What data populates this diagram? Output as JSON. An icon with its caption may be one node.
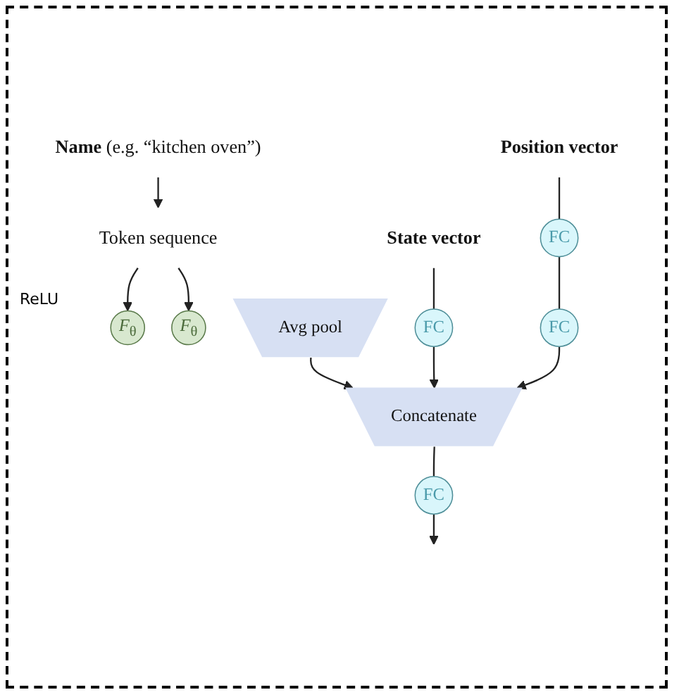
{
  "diagram": {
    "nodes": [
      {
        "text": [
          "**Name** (e.g. “kitchen oven”)"
        ]
      },
      {
        "text": [
          "State vector"
        ]
      },
      {
        "text": [
          "Position vector"
        ]
      },
      {
        "text": [
          "Token sequence"
        ]
      },
      {
        "text": [
          "*F*$_{θ}$"
        ]
      },
      {
        "text": [
          "*F*$_{θ}$"
        ]
      },
      {
        "text": [
          "Avg pool"
        ]
      },
      {
        "text": [
          "FC"
        ]
      },
      {
        "text": [
          "FC"
        ]
      },
      {
        "text": [
          "FC"
        ]
      },
      {
        "text": [
          "Concatenate"
        ]
      },
      {
        "text": [
          "FC"
        ]
      }
    ],
    "edges": [
      {
        "from": 0,
        "to": 3,
        "arrow": "to"
      },
      {
        "from": 3,
        "to": 4,
        "arrow": "to"
      },
      {
        "from": 3,
        "to": 5,
        "arrow": "to"
      },
      {
        "from": 6,
        "to": 10,
        "arrow": "to"
      },
      {
        "from": 1,
        "to": 7,
        "arrow": "none"
      },
      {
        "from": 7,
        "to": 10,
        "arrow": "to"
      },
      {
        "from": 2,
        "to": 8,
        "arrow": "none"
      },
      {
        "from": 8,
        "to": 9,
        "arrow": "none"
      },
      {
        "from": 9,
        "to": 10,
        "arrow": "to"
      },
      {
        "from": 10,
        "to": 11,
        "arrow": "none"
      },
      {
        "from": 11,
        "to": null,
        "arrow": "to"
      }
    ],
    "labels": [
      "ReLU"
    ]
  }
}
